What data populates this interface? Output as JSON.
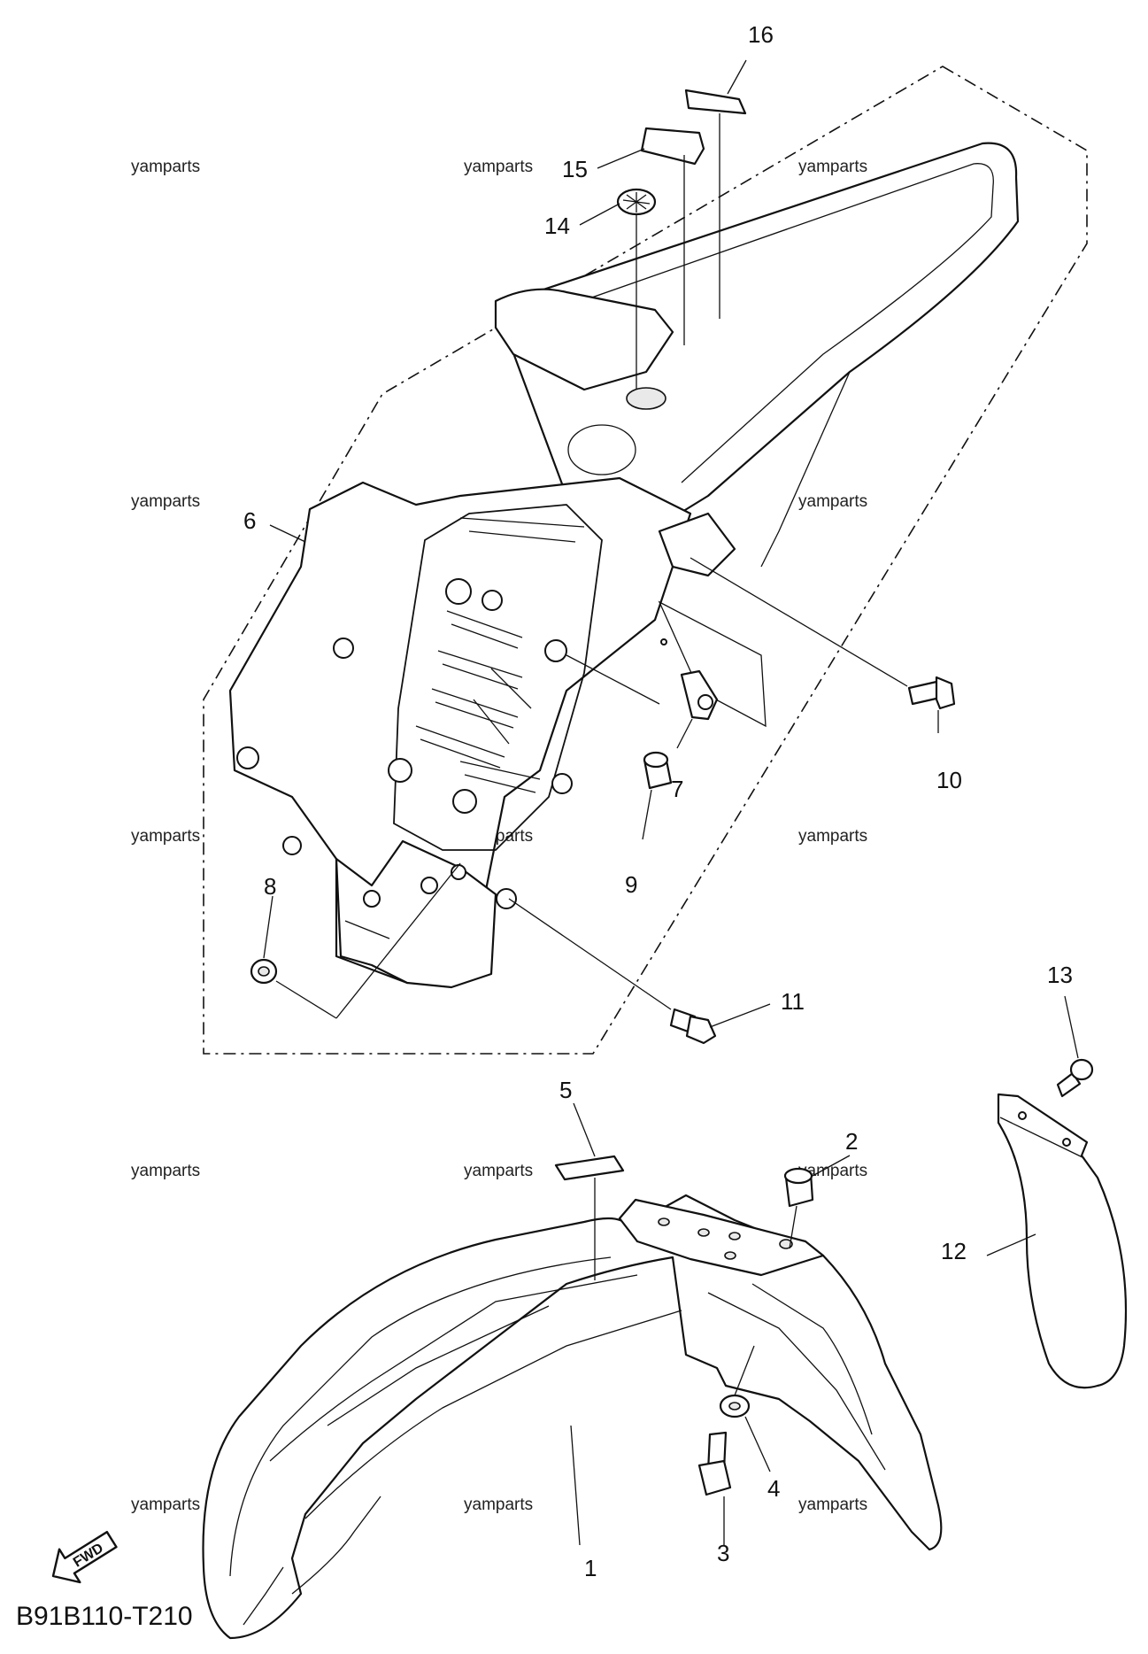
{
  "watermark": "yamparts",
  "diagram_code": "B91B110-T210",
  "fwd_label": "FWD",
  "callouts": {
    "c1": "1",
    "c2": "2",
    "c3": "3",
    "c4": "4",
    "c5": "5",
    "c6": "6",
    "c7": "7",
    "c8": "8",
    "c9": "9",
    "c10": "10",
    "c11": "11",
    "c12": "12",
    "c13": "13",
    "c14": "14",
    "c15": "15",
    "c16": "16"
  }
}
